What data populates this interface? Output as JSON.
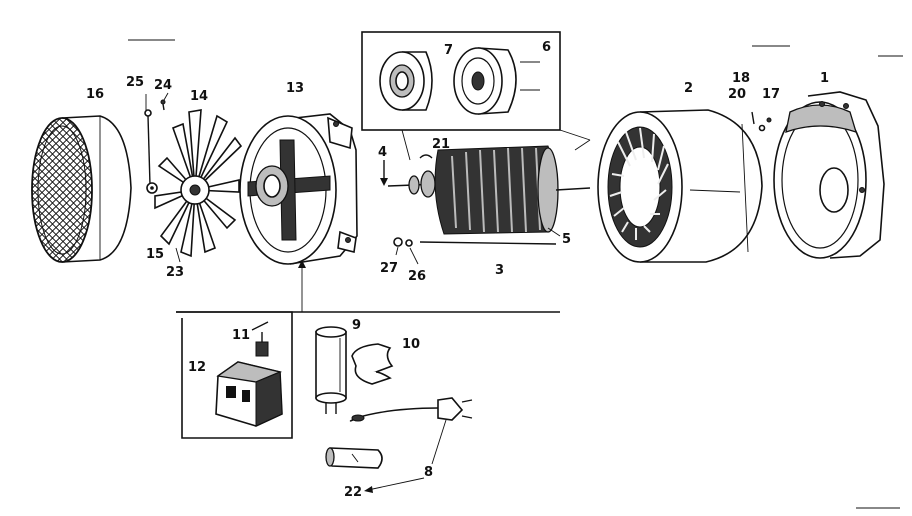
{
  "callouts": {
    "c1": "1",
    "c2": "2",
    "c3": "3",
    "c4": "4",
    "c5": "5",
    "c6": "6",
    "c7": "7",
    "c8": "8",
    "c9": "9",
    "c10": "10",
    "c11": "11",
    "c12": "12",
    "c13": "13",
    "c14": "14",
    "c15": "15",
    "c16": "16",
    "c17": "17",
    "c18": "18",
    "c20": "20",
    "c21": "21",
    "c22": "22",
    "c23": "23",
    "c24": "24",
    "c25": "25",
    "c26": "26",
    "c27": "27"
  },
  "icons": {
    "part_16": "fan-guard-grille-icon",
    "part_14": "cooling-fan-icon",
    "part_13": "end-bell-housing-icon",
    "part_7": "bearing-icon",
    "part_6": "pulley-icon",
    "part_5": "rotor-icon",
    "part_2": "stator-icon",
    "part_1": "adapter-housing-icon",
    "part_9": "capacitor-icon",
    "part_10": "capacitor-clamp-icon",
    "part_12": "receptacle-box-icon",
    "part_8": "cord-assembly-icon",
    "part_22": "sleeve-icon"
  }
}
